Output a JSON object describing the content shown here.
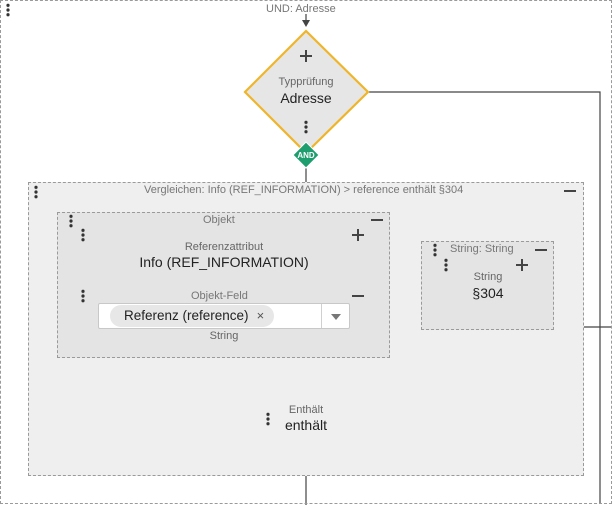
{
  "root": {
    "caption": "UND: Adresse"
  },
  "typecheck": {
    "title": "Typprüfung",
    "value": "Adresse",
    "badge": "AND"
  },
  "compare": {
    "caption": "Vergleichen: Info (REF_INFORMATION) > reference enthält §304",
    "object_group": {
      "caption": "Objekt",
      "ref_attr": {
        "title": "Referenzattribut",
        "value": "Info (REF_INFORMATION)"
      },
      "field": {
        "caption": "Objekt-Feld",
        "chip": "Referenz (reference)",
        "chip_close": "×",
        "type_label": "String"
      }
    },
    "string_group": {
      "caption": "String: String",
      "node": {
        "title": "String",
        "value": "§304"
      }
    },
    "op": {
      "title": "Enthält",
      "value": "enthält"
    }
  },
  "colors": {
    "accent_blue": "#4aa8d8",
    "diamond_orange": "#f0b429",
    "and_green": "#1e9e6e"
  }
}
